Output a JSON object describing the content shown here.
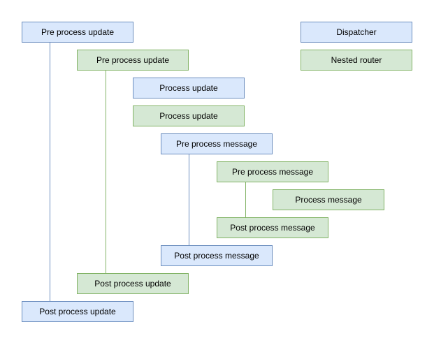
{
  "palette": {
    "blue_fill": "#dae8fc",
    "blue_border": "#6c8ebf",
    "green_fill": "#d5e8d4",
    "green_border": "#82b366",
    "background": "#ffffff",
    "text": "#000000"
  },
  "diagram": {
    "nodes": [
      {
        "label": "Pre process update",
        "color": "blue"
      },
      {
        "label": "Dispatcher",
        "color": "blue"
      },
      {
        "label": "Pre process update",
        "color": "green"
      },
      {
        "label": "Nested router",
        "color": "green"
      },
      {
        "label": "Process update",
        "color": "blue"
      },
      {
        "label": "Process update",
        "color": "green"
      },
      {
        "label": "Pre process message",
        "color": "blue"
      },
      {
        "label": "Pre process message",
        "color": "green"
      },
      {
        "label": "Process message",
        "color": "green"
      },
      {
        "label": "Post process message",
        "color": "green"
      },
      {
        "label": "Post process message",
        "color": "blue"
      },
      {
        "label": "Post process update",
        "color": "green"
      },
      {
        "label": "Post process update",
        "color": "blue"
      }
    ],
    "connectors": [
      {
        "from": "Pre process update (blue)",
        "to": "Post process update (blue)",
        "color": "blue"
      },
      {
        "from": "Pre process update (green)",
        "to": "Post process update (green)",
        "color": "green"
      },
      {
        "from": "Pre process message (blue)",
        "to": "Post process message (blue)",
        "color": "blue"
      },
      {
        "from": "Pre process message (green)",
        "to": "Post process message (green)",
        "color": "green"
      }
    ]
  }
}
